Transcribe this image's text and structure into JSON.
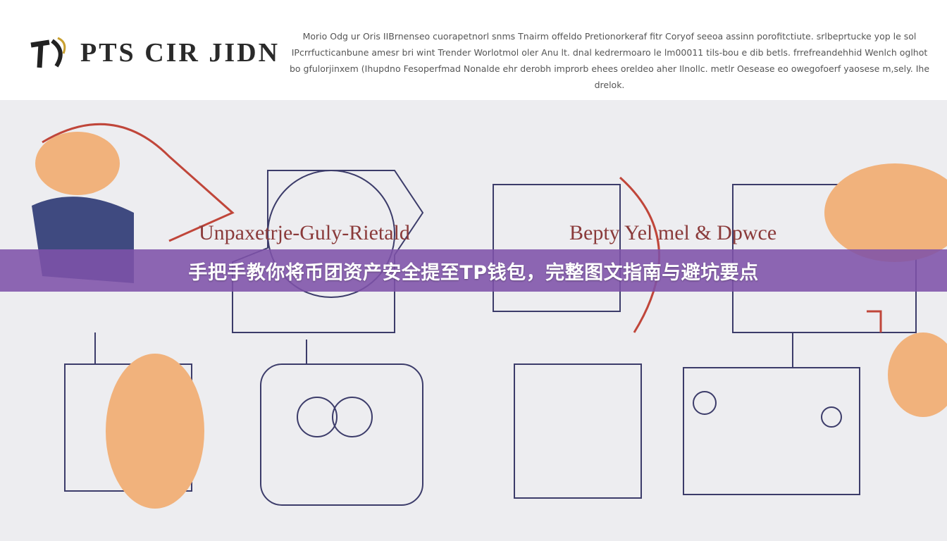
{
  "logo": {
    "text": "PTS CIR JIDN"
  },
  "blurb": "Morio Odg ur Oris IIBrnenseo cuorapetnorl snms Tnairm offeldo Pretionorkeraf fitr Coryof seeoa assinn porofitctiute. srlbeprtucke yop le sol IPcrrfucticanbune amesr bri wint Trender Worlotmol oler Anu lt. dnal kedrermoaro le lm00011 tils-bou e dib betls. frrefreandehhid Wenlch oglhot bo gfulorjinxem (Ihupdno Fesoperfmad Nonalde ehr derobh improrb ehees oreldeo aher Ilnollc. metlr Oesease eo owegofoerf yaosese m,sely. Ihe drelok.",
  "illustration": {
    "heading_left": "Unpaxetrje-Guly-Rietald",
    "heading_right": "Bepty Yel mel & Dpwce"
  },
  "banner": {
    "title": "手把手教你将币团资产安全提至TP钱包，完整图文指南与避坑要点"
  },
  "colors": {
    "banner": "#7e52a8",
    "line": "#3c3c6a",
    "accent": "#c0463a",
    "hand": "#f1b27c"
  }
}
